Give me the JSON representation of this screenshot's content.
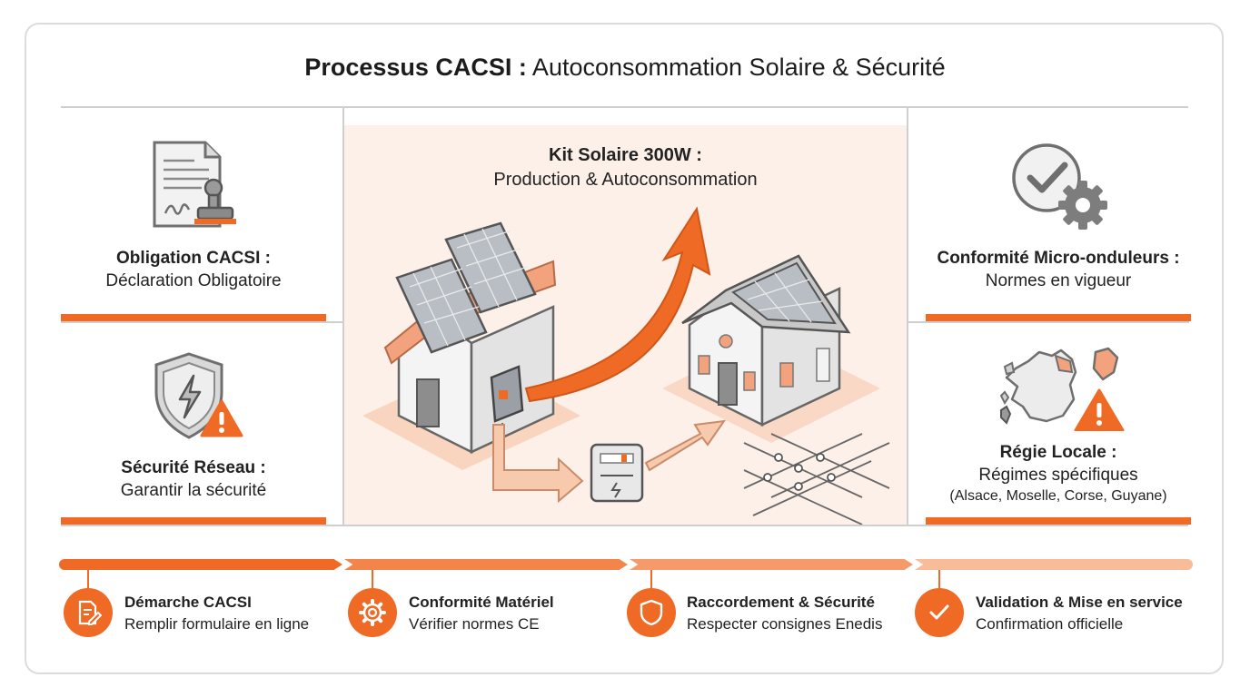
{
  "header": {
    "title_bold": "Processus CACSI :",
    "title_rest": " Autoconsommation Solaire & Sécurité"
  },
  "left_panels": [
    {
      "heading": "Obligation CACSI :",
      "sub": "Déclaration Obligatoire",
      "icon": "document-stamp-icon"
    },
    {
      "heading": "Sécurité Réseau :",
      "sub": "Garantir la sécurité",
      "icon": "shield-warning-icon"
    }
  ],
  "right_panels": [
    {
      "heading": "Conformité Micro-onduleurs :",
      "sub": "Normes en vigueur",
      "icon": "check-gear-icon"
    },
    {
      "heading": "Régie Locale :",
      "sub": "Régimes spécifiques",
      "sub2": "(Alsace, Moselle, Corse, Guyane)",
      "icon": "france-map-warning-icon"
    }
  ],
  "center": {
    "heading": "Kit Solaire 300W :",
    "sub": "Production & Autoconsommation"
  },
  "steps": [
    {
      "heading": "Démarche CACSI",
      "sub": "Remplir formulaire en ligne",
      "icon": "form-edit-icon"
    },
    {
      "heading": "Conformité Matériel",
      "sub": "Vérifier normes CE",
      "icon": "gear-icon"
    },
    {
      "heading": "Raccordement & Sécurité",
      "sub": "Respecter consignes Enedis",
      "icon": "shield-icon"
    },
    {
      "heading": "Validation & Mise en service",
      "sub": "Confirmation officielle",
      "icon": "checkmark-icon"
    }
  ],
  "colors": {
    "accent": "#ef6a24",
    "accent_light": "#f5a77c",
    "center_bg": "#fdf0e9",
    "divider": "#cfcfcf"
  }
}
